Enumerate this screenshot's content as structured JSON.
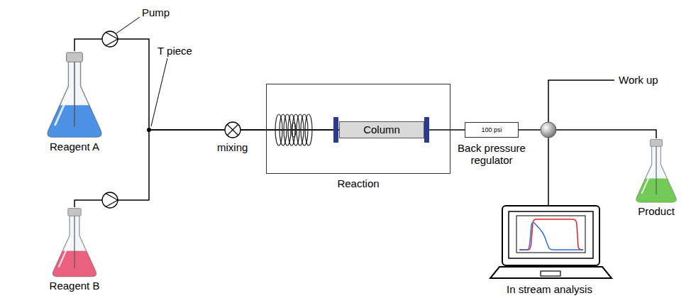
{
  "diagram": {
    "nodes": [
      {
        "text": [
          "Reagent A"
        ]
      },
      {
        "text": [
          "Reagent B"
        ]
      },
      {
        "text": [
          "Reaction"
        ]
      },
      {
        "text": [
          "Column"
        ],
        "in": 2
      },
      {
        "text": [
          "100 psi",
          "Back pressure regulator"
        ]
      },
      {
        "text": [
          "Product"
        ]
      }
    ],
    "edges": [
      {
        "from": 0,
        "to": 3,
        "arrow": "none"
      },
      {
        "from": 1,
        "to": 3,
        "arrow": "none"
      },
      {
        "from": 3,
        "to": 4,
        "arrow": "none"
      },
      {
        "from": 4,
        "to": 5,
        "arrow": "none"
      }
    ],
    "labels": [
      "Pump",
      "T piece",
      "mixing",
      "Work up",
      "In stream analysis"
    ]
  }
}
